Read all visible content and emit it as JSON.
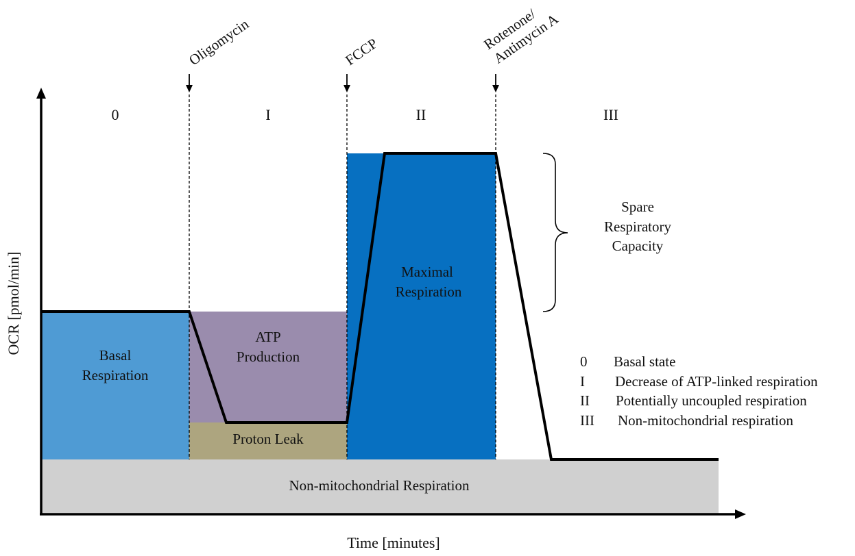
{
  "axes": {
    "y_label": "OCR [pmol/min]",
    "x_label": "Time [minutes]"
  },
  "injections": [
    {
      "label": "Oligomycin"
    },
    {
      "label_lines": [
        "Rotenone/",
        "Antimycin A"
      ]
    }
  ],
  "injection_fccp": "FCCP",
  "phases": [
    "0",
    "I",
    "II",
    "III"
  ],
  "regions": {
    "basal": [
      "Basal",
      "Respiration"
    ],
    "atp": [
      "ATP",
      "Production"
    ],
    "proton_leak": "Proton Leak",
    "maximal": [
      "Maximal",
      "Respiration"
    ],
    "non_mito": "Non-mitochondrial Respiration"
  },
  "spare_capacity": [
    "Spare",
    "Respiratory",
    "Capacity"
  ],
  "legend": [
    {
      "key": "0",
      "text": "Basal state"
    },
    {
      "key": "I",
      "text": "Decrease of ATP-linked respiration"
    },
    {
      "key": "II",
      "text": "Potentially uncoupled respiration"
    },
    {
      "key": "III",
      "text": "Non-mitochondrial respiration"
    }
  ],
  "colors": {
    "basal": "#4f9bd4",
    "atp": "#9a8cad",
    "proton_leak": "#ada57f",
    "maximal": "#0770c1",
    "non_mito": "#d0d0d0",
    "trace": "#000000"
  }
}
